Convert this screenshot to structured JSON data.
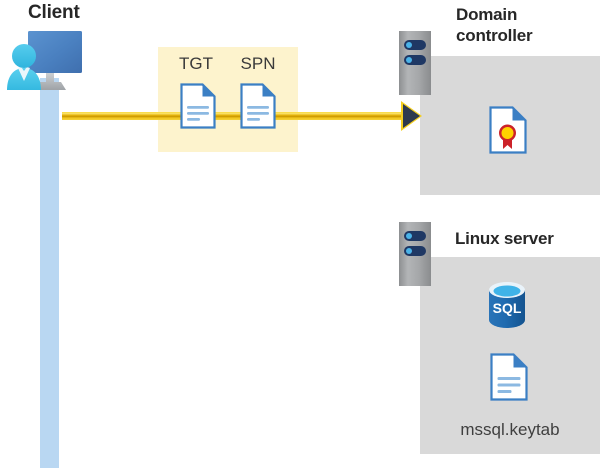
{
  "diagram": {
    "title_client": "Client",
    "title_domain_controller": "Domain controller",
    "title_linux_server": "Linux server",
    "colors": {
      "highlight_box": "#fdf3cd",
      "panel_gray": "#d9d9d9",
      "lifeline_blue": "#b9d7f2",
      "arrow_gold": "#e0ac00",
      "arrowhead_navy": "#2e3a4f",
      "server_navy": "#1f3864",
      "doc_blue": "#3b7fc4",
      "sql_blue": "#1f6bb0",
      "cert_gold": "#ffd200",
      "cert_red": "#cc2229",
      "title_text": "#272727"
    }
  },
  "client": {
    "label": "Client",
    "icon": "user-monitor-icon",
    "lifeline": "client-lifeline"
  },
  "message_flow": {
    "arrow": "client-to-dc-arrow",
    "documents": [
      {
        "label": "TGT",
        "icon": "document-icon"
      },
      {
        "label": "SPN",
        "icon": "document-icon"
      }
    ]
  },
  "domain_controller": {
    "label": "Domain controller",
    "server_icon": "server-tower-icon",
    "contents": [
      {
        "label": "",
        "icon": "certificate-document-icon"
      }
    ]
  },
  "linux_server": {
    "label": "Linux server",
    "server_icon": "server-tower-icon",
    "contents": [
      {
        "label": "",
        "icon": "sql-database-icon"
      },
      {
        "label": "mssql.keytab",
        "icon": "document-icon"
      }
    ],
    "keytab_label": "mssql.keytab"
  }
}
